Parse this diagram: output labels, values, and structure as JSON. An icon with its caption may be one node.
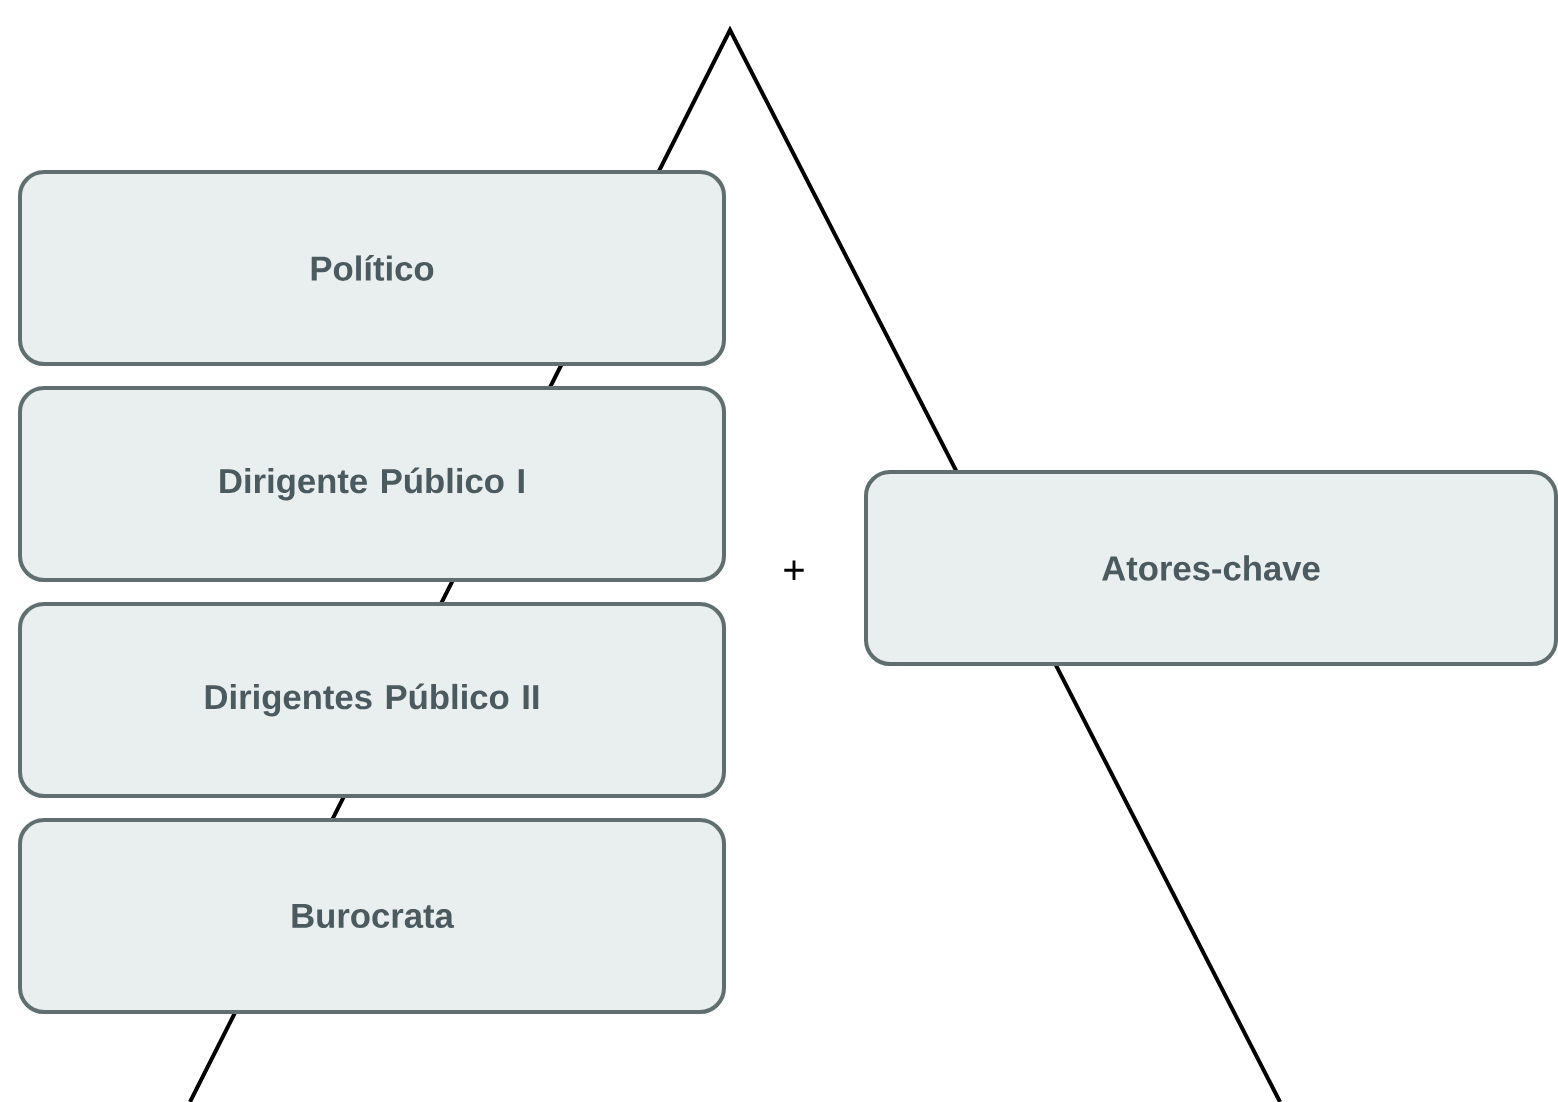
{
  "diagram": {
    "nodes": [
      {
        "text": [
          "Político"
        ]
      },
      {
        "text": [
          "Dirigente Público I"
        ]
      },
      {
        "text": [
          "Dirigentes Público II"
        ]
      },
      {
        "text": [
          "Burocrata"
        ]
      },
      {
        "text": [
          "Atores-chave"
        ]
      }
    ],
    "labels": [
      "+"
    ]
  }
}
